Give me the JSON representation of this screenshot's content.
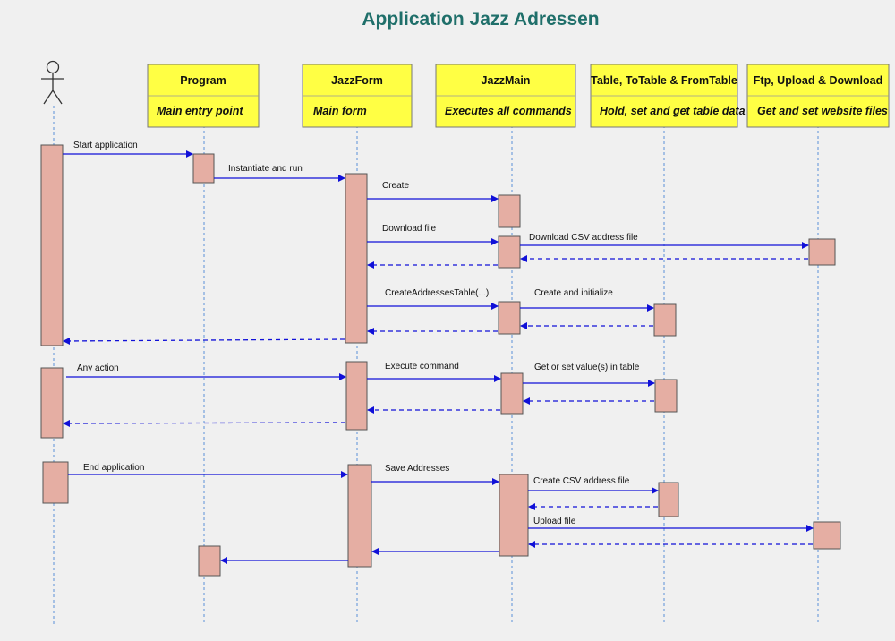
{
  "title": "Application Jazz Adressen",
  "colors": {
    "title": "#1f6f6a",
    "box_fill": "#ffff44",
    "activation_fill": "#e5aea3",
    "arrow": "#1010d8",
    "lifeline": "#5a8fd8",
    "background": "#f0f0f0"
  },
  "actor": {
    "icon": "stick-figure-actor-icon"
  },
  "participants": [
    {
      "name": "Program",
      "desc": "Main entry point"
    },
    {
      "name": "JazzForm",
      "desc": "Main form"
    },
    {
      "name": "JazzMain",
      "desc": "Executes all commands"
    },
    {
      "name": "Table, ToTable & FromTable",
      "desc": "Hold, set and get table data"
    },
    {
      "name": "Ftp, Upload & Download",
      "desc": "Get and set website files"
    }
  ],
  "messages": [
    {
      "label": "Start  application"
    },
    {
      "label": "Instantiate and run"
    },
    {
      "label": "Create"
    },
    {
      "label": "Download file"
    },
    {
      "label": "Download CSV address file"
    },
    {
      "label": "CreateAddressesTable(...)"
    },
    {
      "label": "Create and initialize"
    },
    {
      "label": "Any action"
    },
    {
      "label": "Execute  command"
    },
    {
      "label": "Get or set value(s) in table"
    },
    {
      "label": "End application"
    },
    {
      "label": "Save Addresses"
    },
    {
      "label": "Create CSV address file"
    },
    {
      "label": "Upload file"
    }
  ]
}
